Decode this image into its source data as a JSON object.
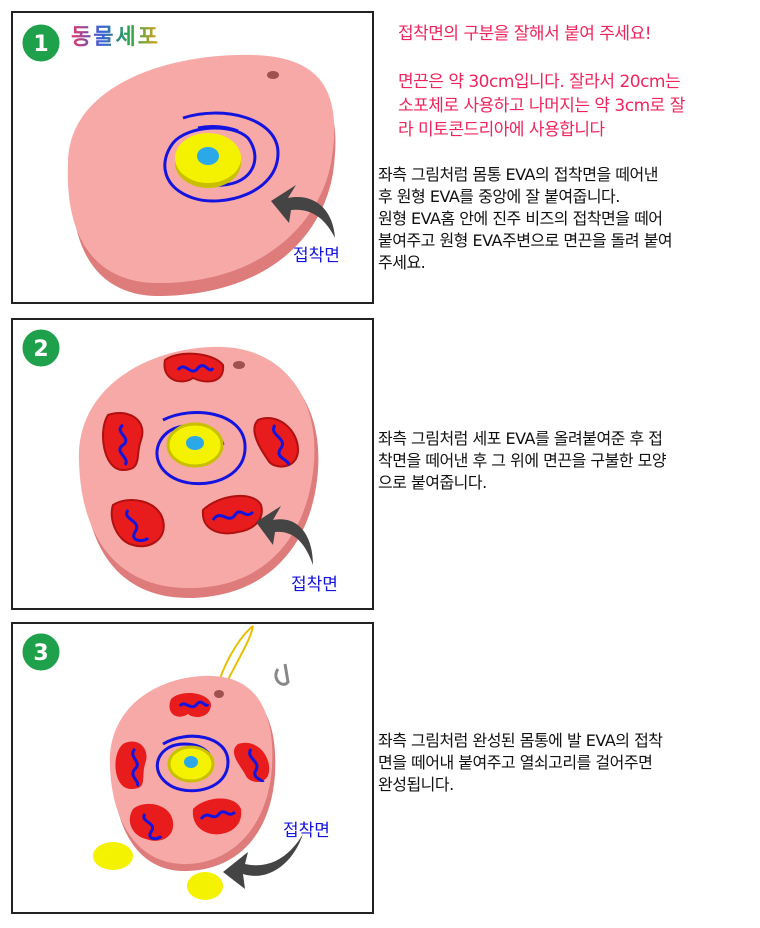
{
  "notice": {
    "lines": [
      "접착면의 구분을 잘해서 붙여 주세요!",
      "",
      "면끈은 약 30cm입니다. 잘라서 20cm는",
      "소포체로 사용하고 나머지는 약 3cm로 잘",
      "라 미토콘드리아에 사용합니다"
    ],
    "color": "#f0245c"
  },
  "steps": [
    {
      "number": "1",
      "title": "동물세포",
      "label": "접착면",
      "lines": [
        "좌측 그림처럼 몸통 EVA의 접착면을 떼어낸",
        "후 원형 EVA를 중앙에 잘 붙여줍니다.",
        "원형 EVA홈 안에 진주 비즈의 접착면을 떼어",
        "붙여주고 원형 EVA주변으로 면끈을 돌려 붙여",
        "주세요."
      ]
    },
    {
      "number": "2",
      "label": "접착면",
      "lines": [
        "좌측 그림처럼 세포 EVA를 올려붙여준 후 접",
        "착면을 떼어낸 후 그 위에 면끈을 구불한 모양",
        "으로 붙여줍니다."
      ]
    },
    {
      "number": "3",
      "label": "접착면",
      "lines": [
        "좌측 그림처럼 완성된 몸통에 발 EVA의 접착",
        "면을 떼어내 붙여주고 열쇠고리를 걸어주면",
        "완성됩니다."
      ]
    }
  ],
  "colors": {
    "badge": "#1fa04a",
    "body": "#f7a9a8",
    "organelle": "#e81c1c",
    "nucleus": "#f5f200",
    "thread": "#1414e0"
  }
}
